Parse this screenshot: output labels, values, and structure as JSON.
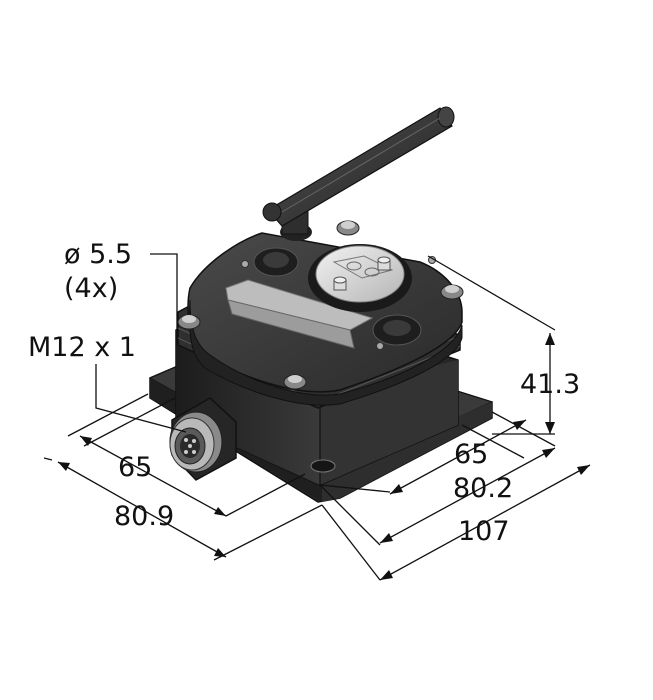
{
  "labels": {
    "hole_diameter": "ø 5.5",
    "hole_count": "(4x)",
    "connector_thread": "M12 x 1",
    "height": "41.3",
    "left_inner_width": "65",
    "left_outer_width": "80.9",
    "right_inner_length": "65",
    "right_mid_length": "80.2",
    "right_outer_length": "107"
  },
  "colors": {
    "housing_dark": "#2b2b2b",
    "housing_mid": "#3d3d3d",
    "housing_light": "#5a5a5a",
    "label_plate": "#c8c8c8",
    "window": "#d9d9d9",
    "metal": "#9a9a9a",
    "line": "#111111"
  }
}
